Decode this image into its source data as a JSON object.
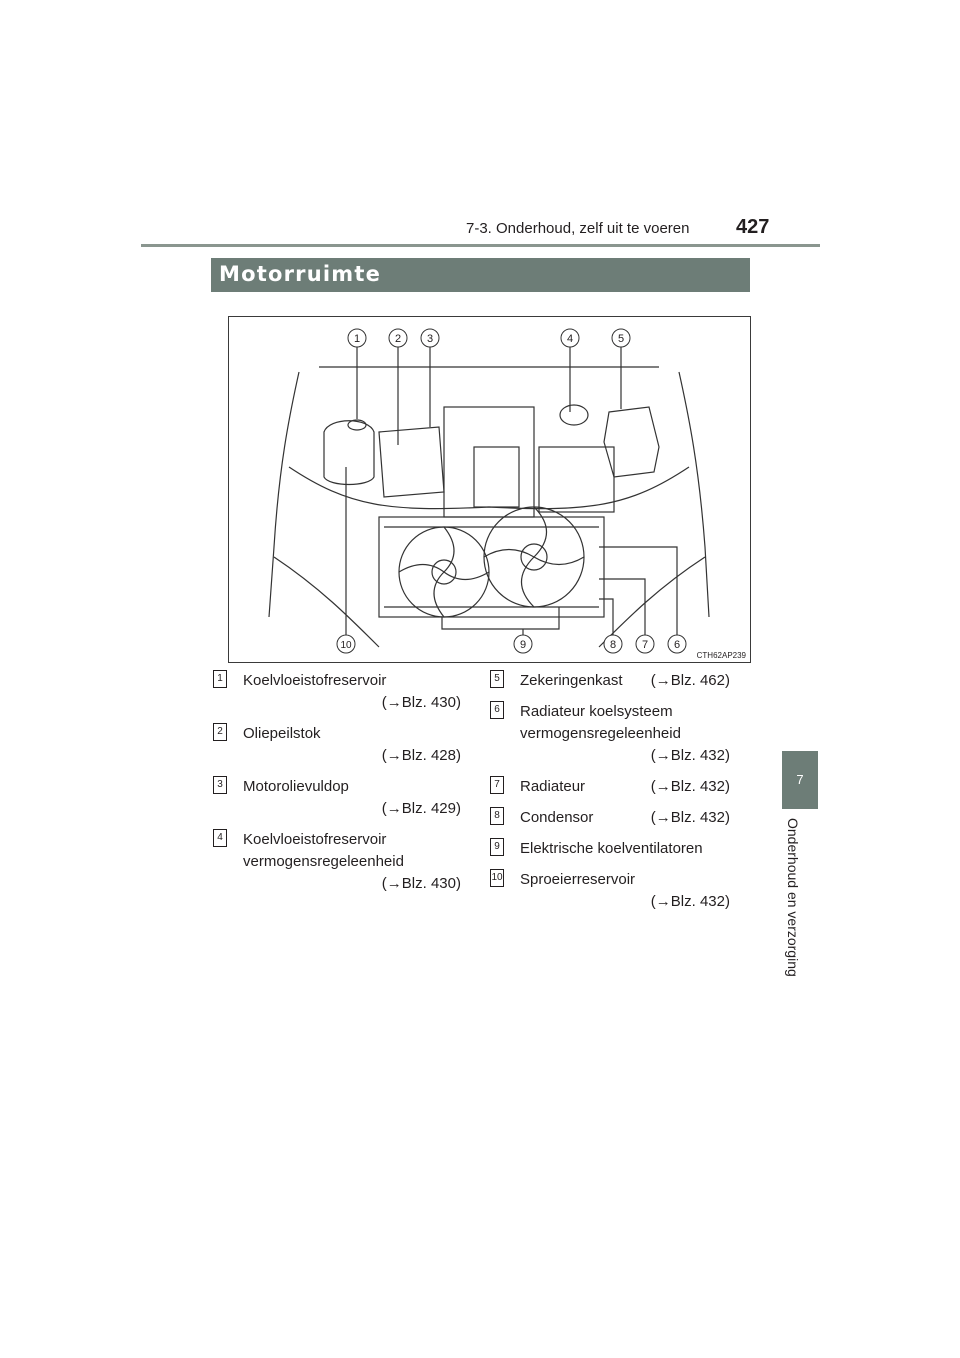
{
  "header": {
    "section": "7-3. Onderhoud, zelf uit te voeren",
    "page_number": "427"
  },
  "chapter": {
    "number": "7",
    "title": "Onderhoud en verzorging"
  },
  "section_title": "Motorruimte",
  "figure": {
    "code": "CTH62AP239",
    "callouts": [
      "1",
      "2",
      "3",
      "4",
      "5",
      "6",
      "7",
      "8",
      "9",
      "10"
    ]
  },
  "legend_left": [
    {
      "num": "1",
      "label": "Koelvloeistofreservoir",
      "ref": "(→Blz. 430)"
    },
    {
      "num": "2",
      "label": "Oliepeilstok",
      "ref": "(→Blz. 428)"
    },
    {
      "num": "3",
      "label": "Motorolievuldop",
      "ref": "(→Blz. 429)"
    },
    {
      "num": "4",
      "label": "Koelvloeistofreservoir vermogensregeleenheid",
      "ref": "(→Blz. 430)"
    }
  ],
  "legend_right": [
    {
      "num": "5",
      "label": "Zekeringenkast",
      "ref": "(→Blz. 462)"
    },
    {
      "num": "6",
      "label": "Radiateur koelsysteem vermogensregeleenheid",
      "ref": "(→Blz. 432)"
    },
    {
      "num": "7",
      "label": "Radiateur",
      "ref": "(→Blz. 432)"
    },
    {
      "num": "8",
      "label": "Condensor",
      "ref": "(→Blz. 432)"
    },
    {
      "num": "9",
      "label": "Elektrische koelventilatoren",
      "ref": ""
    },
    {
      "num": "10",
      "label": "Sproeierreservoir",
      "ref": "(→Blz. 432)"
    }
  ]
}
